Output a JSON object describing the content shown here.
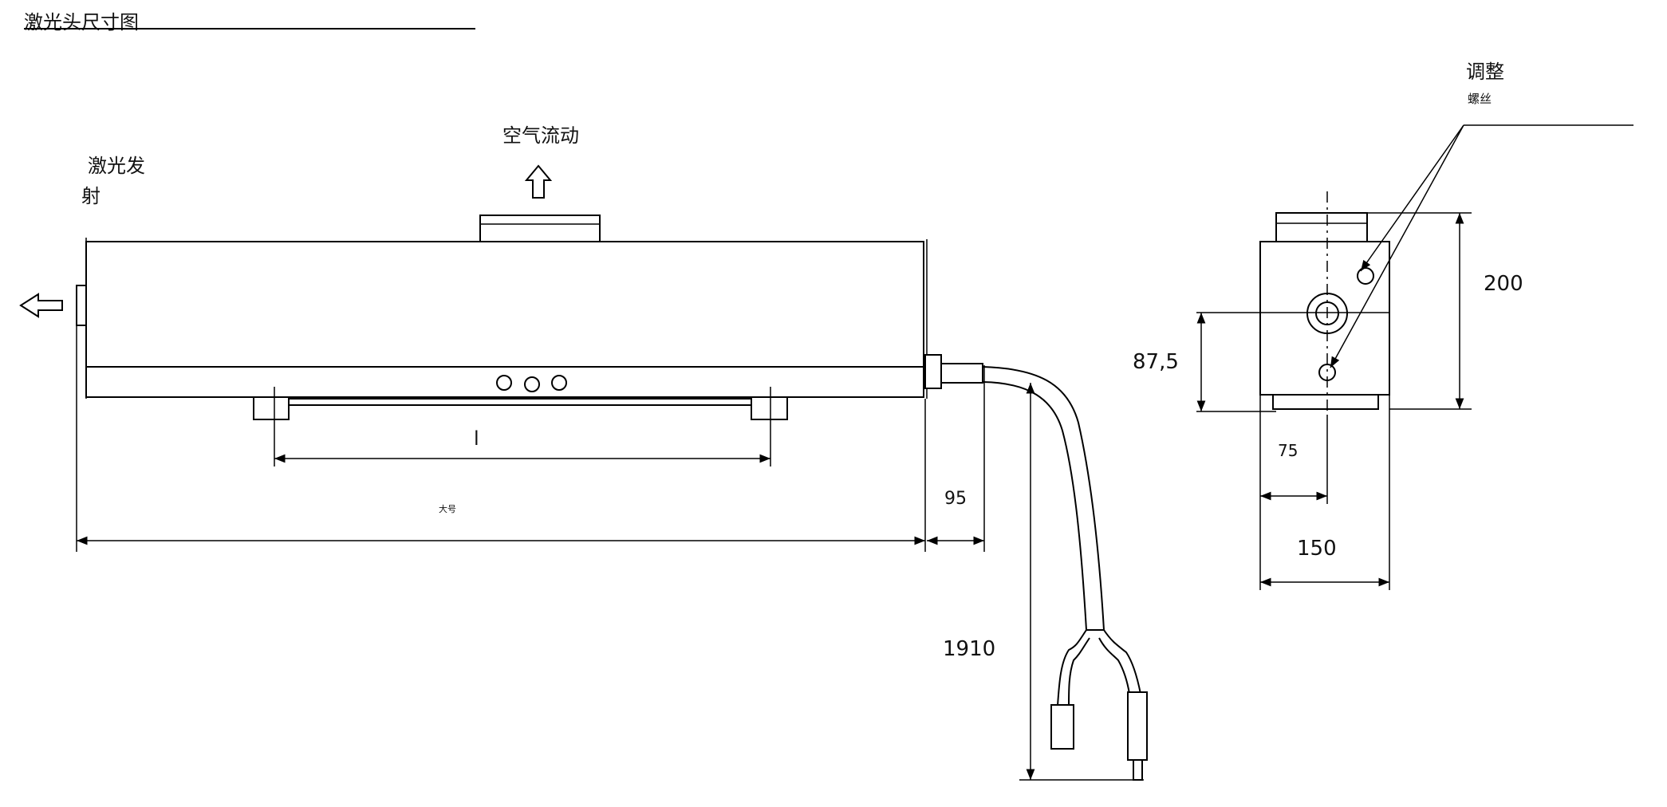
{
  "title": "激光头尺寸图",
  "labels": {
    "laser_emit_line1": "激光发",
    "laser_emit_line2": "射",
    "airflow": "空气流动",
    "adjust_line1": "调整",
    "adjust_line2": "螺丝",
    "mount_spacing": "l",
    "size_note": "大号"
  },
  "dimensions": {
    "cable_offset": "95",
    "cable_length": "1910",
    "center_height": "87,5",
    "center_width": "75",
    "total_width": "150",
    "total_height": "200"
  }
}
